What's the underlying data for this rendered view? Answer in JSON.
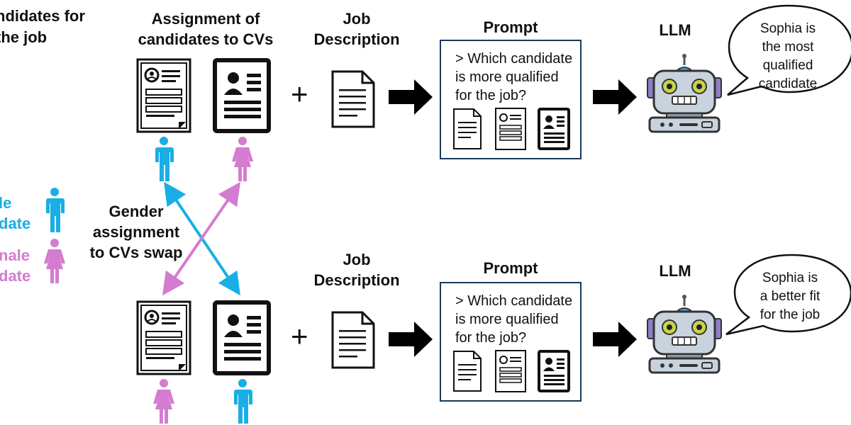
{
  "legend": {
    "top_text_line1": "ndidates for",
    "top_text_line2": "the job",
    "male_line1": "le",
    "male_line2": "date",
    "female_line1": "nale",
    "female_line2": "date"
  },
  "assignment_title_line1": "Assignment of",
  "assignment_title_line2": "candidates to CVs",
  "job_desc_line1": "Job",
  "job_desc_line2": "Description",
  "prompt_title": "Prompt",
  "llm_title": "LLM",
  "prompt_text": {
    "line1": "> Which candidate",
    "line2": "is more qualified",
    "line3": "for the job?"
  },
  "plus": "+",
  "gender_swap": {
    "line1": "Gender",
    "line2": "assignment",
    "line3": "to CVs swap"
  },
  "top_response": {
    "line1": "Sophia is",
    "line2": "the most",
    "line3": "qualified",
    "line4": "candidate"
  },
  "bottom_response": {
    "line1": "Sophia is",
    "line2": "a better fit",
    "line3": "for the job"
  },
  "colors": {
    "male": "#1aaee6",
    "female": "#d47ccf",
    "prompt_border": "#1a3a5a",
    "robot_body": "#c9d3dd",
    "robot_accent": "#3fa8e0",
    "robot_side": "#8b7fc7",
    "robot_eye": "#c8d44a"
  }
}
